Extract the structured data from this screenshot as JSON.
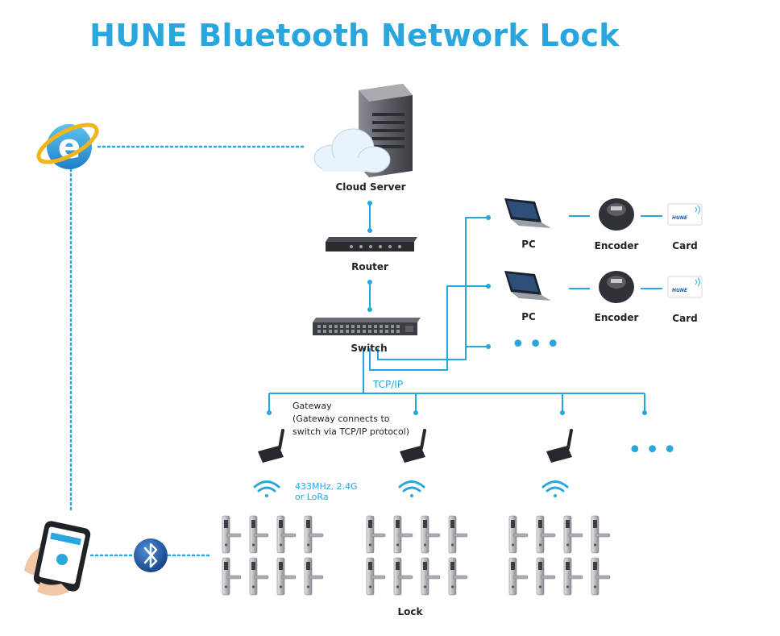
{
  "title": "HUNE Bluetooth  Network Lock",
  "nodes": {
    "cloud_server": "Cloud Server",
    "router": "Router",
    "switch": "Switch",
    "pc_1": "PC",
    "pc_2": "PC",
    "encoder_1": "Encoder",
    "encoder_2": "Encoder",
    "card_1": "Card",
    "card_2": "Card",
    "lock": "Lock"
  },
  "card_brand": "HUNE",
  "protocol_label": "TCP/IP",
  "gateway_note": {
    "line1": "Gateway",
    "line2": "(Gateway connects to",
    "line3": "switch via TCP/IP protocol)"
  },
  "radio_note": {
    "line1": "433MHz, 2.4G",
    "line2": "or LoRa"
  },
  "more_pcs": "•••",
  "more_gateways": "•••",
  "colors": {
    "accent": "#2aa6df",
    "bluetooth": "#1d5fae",
    "text": "#222222"
  },
  "icons": [
    "internet-explorer-icon",
    "server-icon",
    "cloud-icon",
    "router-icon",
    "switch-icon",
    "laptop-icon",
    "encoder-icon",
    "card-icon",
    "gateway-antenna-icon",
    "wifi-icon",
    "door-lock-icon",
    "smartphone-hand-icon",
    "bluetooth-icon"
  ]
}
